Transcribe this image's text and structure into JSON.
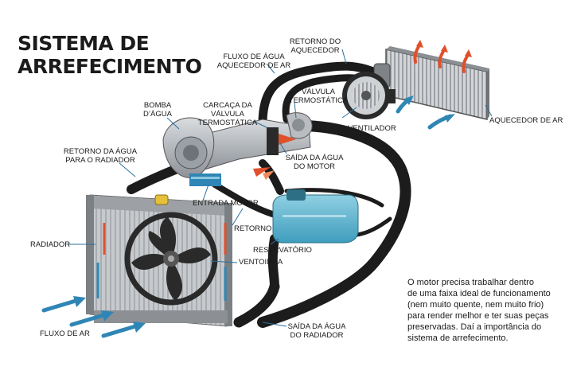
{
  "title": {
    "line1": "SISTEMA DE",
    "line2": "ARREFECIMENTO"
  },
  "labels": {
    "fluxo_agua_aquecedor": [
      "FLUXO DE ÁGUA",
      "AQUECEDOR DE AR"
    ],
    "retorno_aquecedor": [
      "RETORNO DO",
      "AQUECEDOR"
    ],
    "valvula_termostatica": [
      "VÁLVULA",
      "TERMOSTÁTICA"
    ],
    "bomba_agua": [
      "BOMBA",
      "D’ÁGUA"
    ],
    "carcaca_valvula": [
      "CARCAÇA DA",
      "VÁLVULA",
      "TERMOSTÁTICA"
    ],
    "ventilador": [
      "VENTILADOR"
    ],
    "aquecedor_ar": [
      "AQUECEDOR DE AR"
    ],
    "retorno_agua_radiador": [
      "RETORNO DA ÁGUA",
      "PARA O RADIADOR"
    ],
    "saida_agua_motor": [
      "SAÍDA DA ÁGUA",
      "DO MOTOR"
    ],
    "entrada_motor": [
      "ENTRADA MOTOR"
    ],
    "retorno": [
      "RETORNO"
    ],
    "radiador": [
      "RADIADOR"
    ],
    "reservatorio": [
      "RESERVATÓRIO"
    ],
    "ventoinha": [
      "VENTOINHA"
    ],
    "saida_agua_radiador": [
      "SAÍDA DA ÁGUA",
      "DO RADIADOR"
    ],
    "fluxo_ar": [
      "FLUXO DE AR"
    ]
  },
  "description": [
    "O motor precisa trabalhar dentro",
    "de uma faixa ideal de funcionamento",
    "(nem muito quente, nem muito frio)",
    "para render melhor e ter suas peças",
    "preservadas. Daí a importância do",
    "sistema de arrefecimento."
  ],
  "colors": {
    "hose": "#1c1c1c",
    "radiator_metal": "#c9cbcd",
    "reservoir": "#5cb6d1",
    "hot_arrow": "#e0502a",
    "cold_arrow": "#2f86b5"
  }
}
